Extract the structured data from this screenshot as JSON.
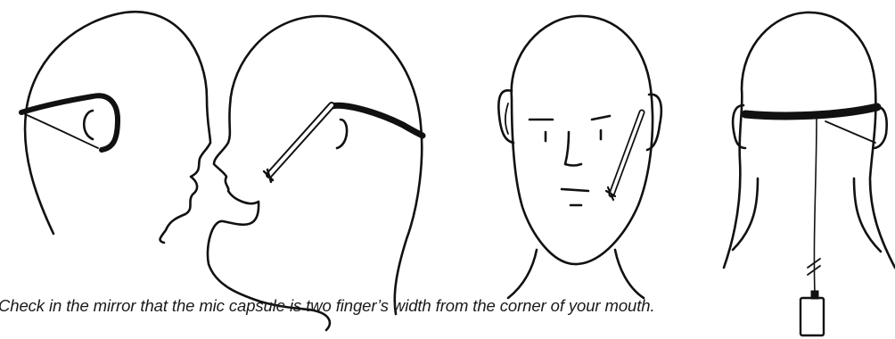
{
  "caption": "Check in the mirror that the mic capsule is two finger’s width from the corner of your mouth.",
  "figures": [
    {
      "name": "head-side-view-back"
    },
    {
      "name": "head-side-view-front-with-mic"
    },
    {
      "name": "head-front-view-with-mic"
    },
    {
      "name": "head-back-view-with-cable"
    }
  ]
}
